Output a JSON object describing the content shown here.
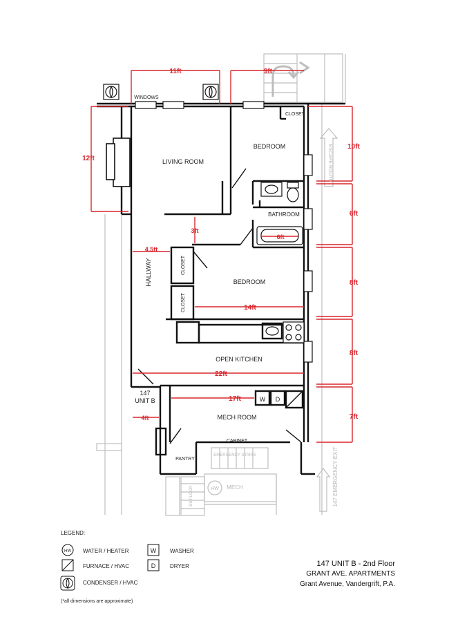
{
  "rooms": {
    "living_room": "LIVING ROOM",
    "bedroom_1": "BEDROOM",
    "bedroom_2": "BEDROOM",
    "bathroom": "BATHROOM",
    "closet_top": "CLOSET",
    "closet_a": "CLOSET",
    "closet_b": "CLOSET",
    "hallway": "HALLWAY",
    "open_kitchen": "OPEN KITCHEN",
    "mech_room": "MECH ROOM",
    "pantry": "PANTRY",
    "cabinet": "CABINET",
    "windows": "WINDOWS",
    "unit_number": "147",
    "unit_letter": "UNIT B",
    "mech": "MECH",
    "floor_3rd": "3rd FLOOR"
  },
  "exits": {
    "escape_route": "ESCAPE ROUTE",
    "emergency_stairs": "EMERGENCY STAIRS",
    "emergency_exit": "147 EMERGENCY EXIT"
  },
  "dimensions": {
    "living_width": "11ft",
    "bedroom_width": "9ft",
    "living_height": "12ft",
    "bedroom_height": "10ft",
    "bathroom_height": "6ft",
    "tub_length": "6ft",
    "gap": "3ft",
    "hallway_width": "4.5ft",
    "bedroom2_width": "14ft",
    "bedroom2_height": "8ft",
    "kitchen_height": "8ft",
    "kitchen_width": "22ft",
    "mech_width": "17ft",
    "mech_height": "7ft",
    "entry_width": "4ft"
  },
  "symbols": {
    "hw": "HW",
    "washer": "W",
    "dryer": "D"
  },
  "legend": {
    "title": "LEGEND:",
    "items": [
      {
        "symbol": "HW",
        "label": "WATER / HEATER"
      },
      {
        "symbol": "furnace",
        "label": "FURNACE / HVAC"
      },
      {
        "symbol": "condenser",
        "label": "CONDENSER / HVAC"
      },
      {
        "symbol": "W",
        "label": "WASHER"
      },
      {
        "symbol": "D",
        "label": "DRYER"
      }
    ],
    "note": "(*all dimensions are approximate)"
  },
  "title_block": {
    "line1": "147 UNIT B - 2nd Floor",
    "line2": "GRANT AVE. APARTMENTS",
    "line3": "Grant Avenue, Vandergrift, P.A."
  },
  "colors": {
    "wall": "#111111",
    "dimension": "#d9262c",
    "grey": "#b8b8b8"
  }
}
